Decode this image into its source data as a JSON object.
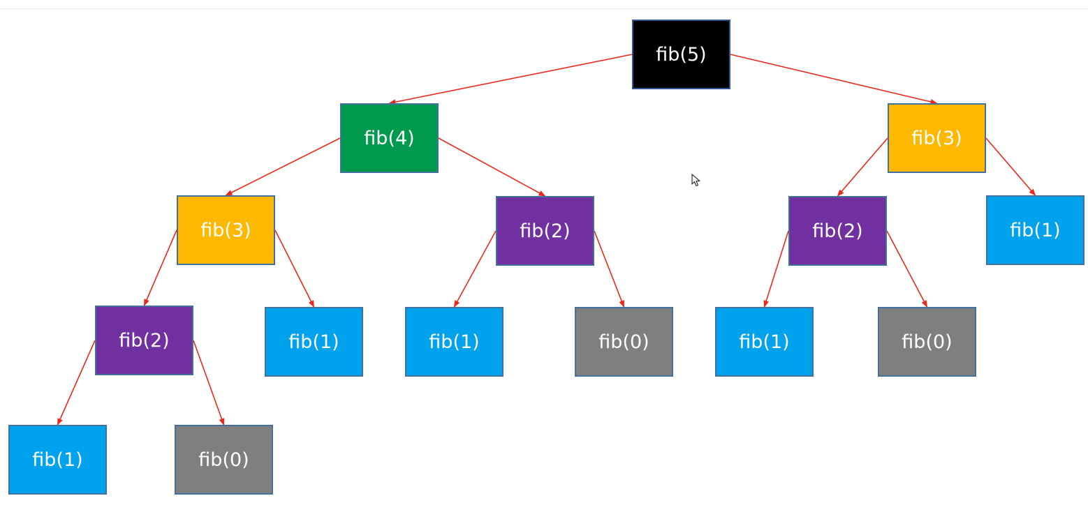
{
  "colors": {
    "edge": "#e8291c",
    "root": "#000000",
    "green": "#00994d",
    "yellow": "#ffb800",
    "purple": "#7030a0",
    "blue": "#00a2ed",
    "gray": "#7f7f7f"
  },
  "nodes": {
    "root": "fib(5)",
    "l1_left": "fib(4)",
    "l1_right": "fib(3)",
    "l2_a": "fib(3)",
    "l2_b": "fib(2)",
    "l2_c": "fib(2)",
    "l2_d": "fib(1)",
    "l3_a": "fib(2)",
    "l3_b": "fib(1)",
    "l3_c": "fib(1)",
    "l3_d": "fib(0)",
    "l3_e": "fib(1)",
    "l3_f": "fib(0)",
    "l4_a": "fib(1)",
    "l4_b": "fib(0)"
  },
  "edges": [
    [
      "root",
      "l1_left"
    ],
    [
      "root",
      "l1_right"
    ],
    [
      "l1_left",
      "l2_a"
    ],
    [
      "l1_left",
      "l2_b"
    ],
    [
      "l1_right",
      "l2_c"
    ],
    [
      "l1_right",
      "l2_d"
    ],
    [
      "l2_a",
      "l3_a"
    ],
    [
      "l2_a",
      "l3_b"
    ],
    [
      "l2_b",
      "l3_c"
    ],
    [
      "l2_b",
      "l3_d"
    ],
    [
      "l2_c",
      "l3_e"
    ],
    [
      "l2_c",
      "l3_f"
    ],
    [
      "l3_a",
      "l4_a"
    ],
    [
      "l3_a",
      "l4_b"
    ]
  ]
}
